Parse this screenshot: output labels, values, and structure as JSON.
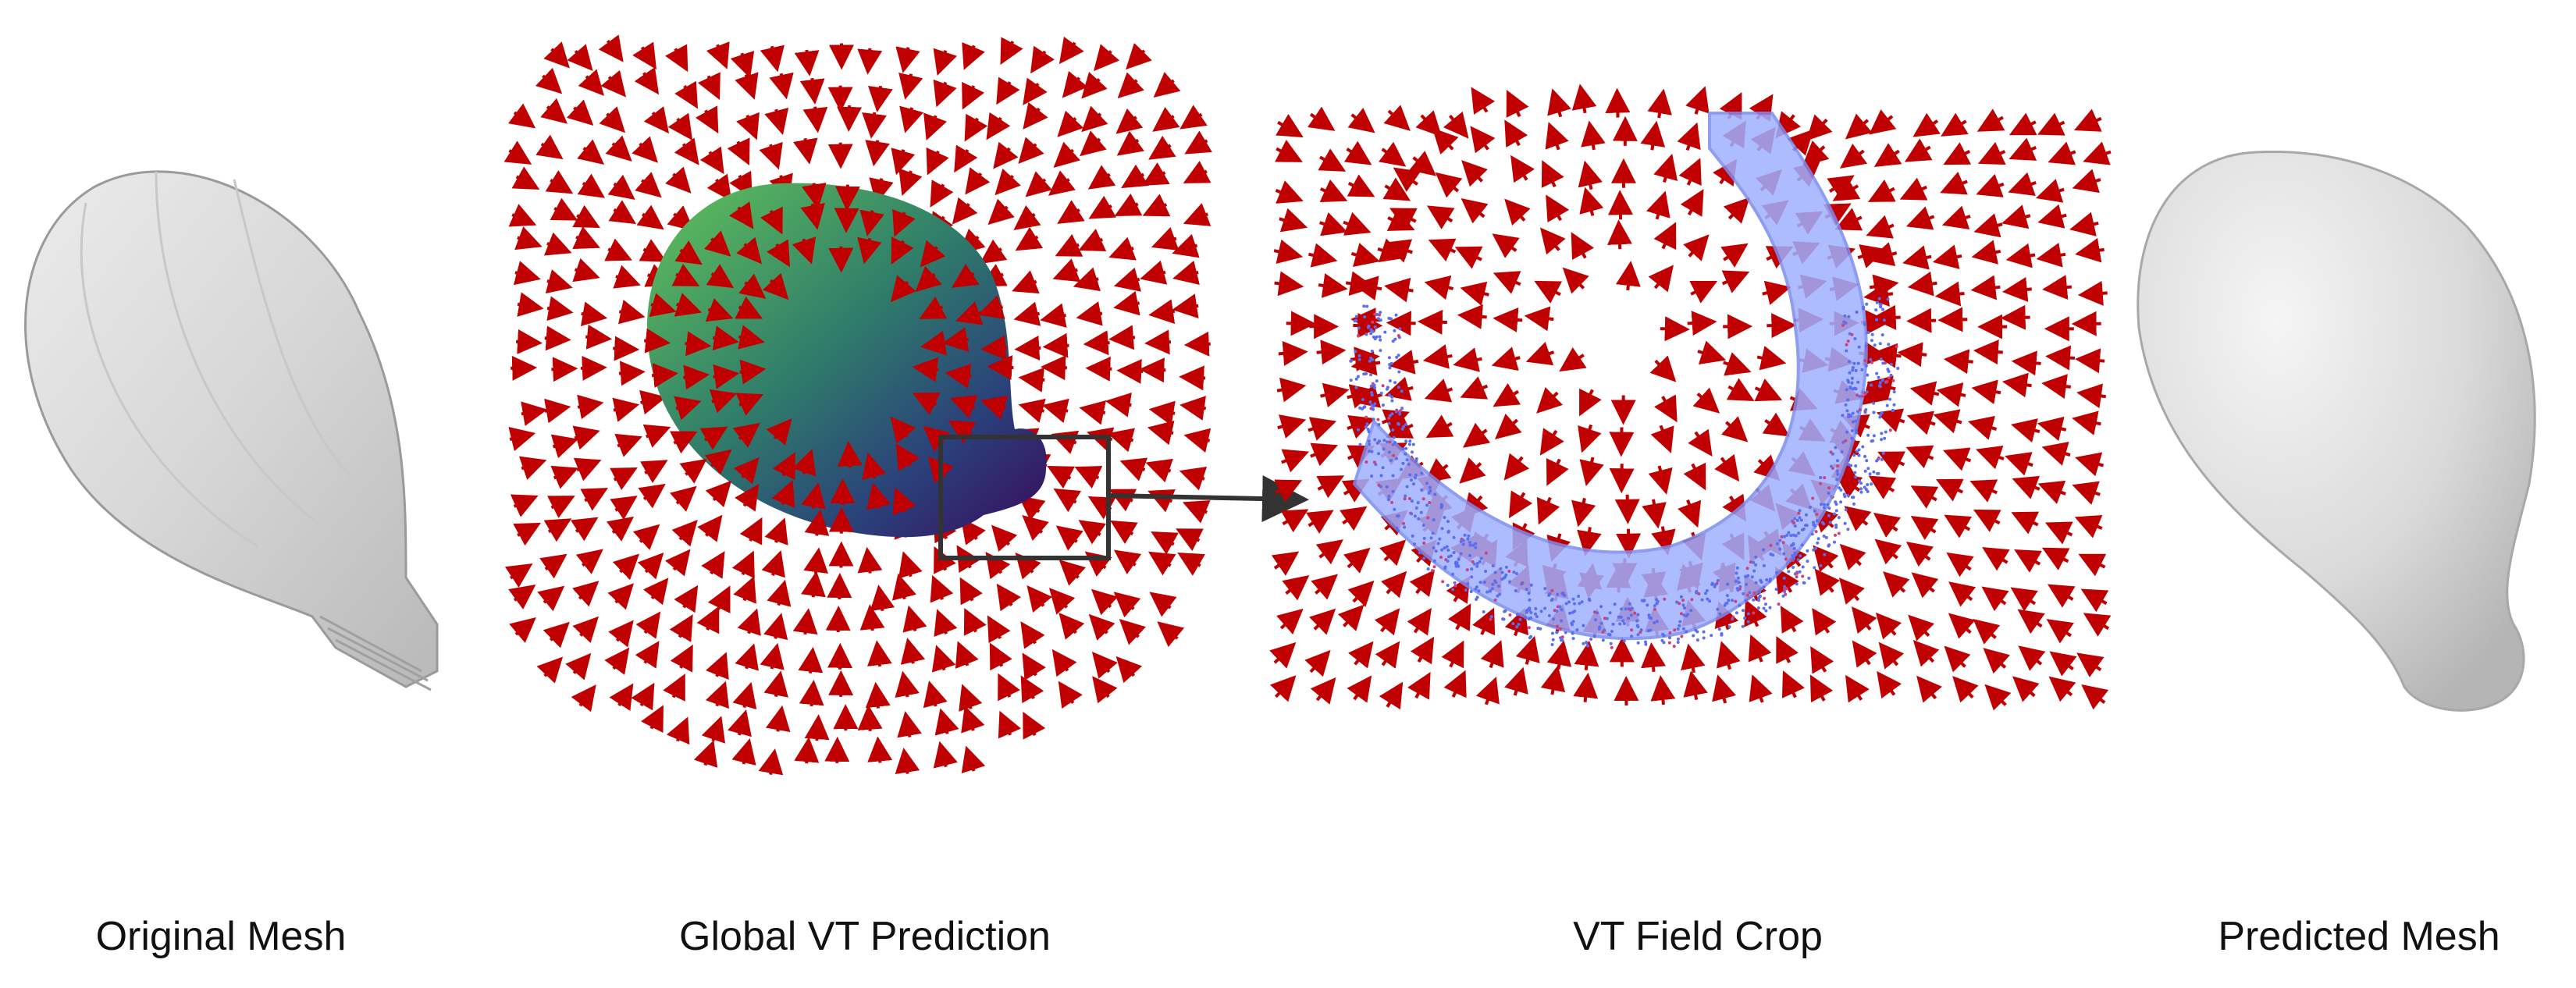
{
  "captions": {
    "original_mesh": "Original Mesh",
    "global_vt_prediction": "Global VT Prediction",
    "vt_field_crop": "VT Field Crop",
    "predicted_mesh": "Predicted Mesh"
  },
  "colors": {
    "arrow": "#c00000",
    "mesh_gray": "#d9d9d9",
    "bulb_green": "#4caf50",
    "bulb_purple": "#3a0a5c",
    "points_blue": "#8fa2ff",
    "crop_box": "#333333"
  }
}
